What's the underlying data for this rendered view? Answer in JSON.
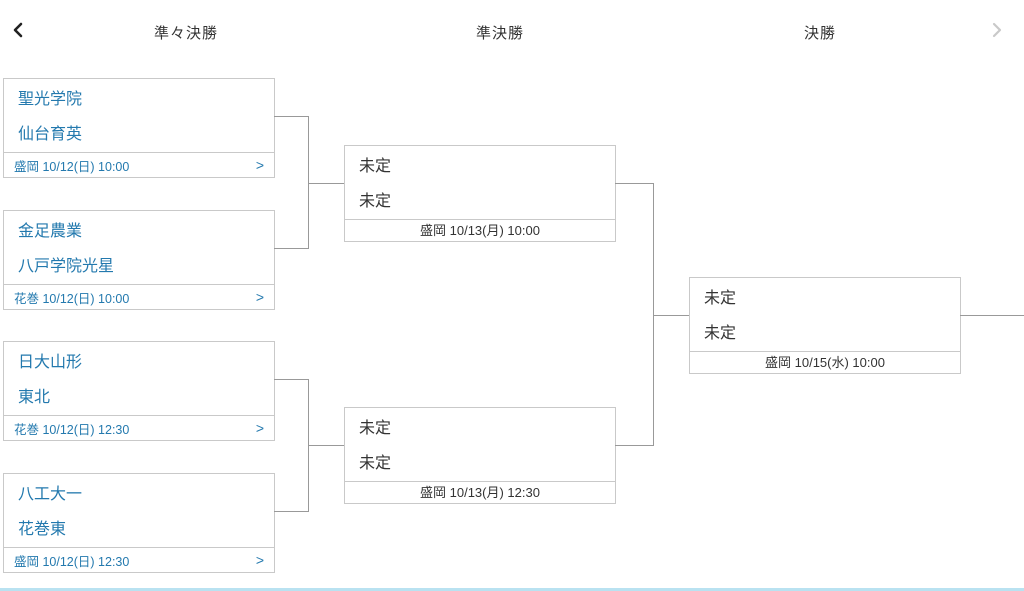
{
  "header": {
    "rounds": [
      {
        "label": "準々決勝"
      },
      {
        "label": "準決勝"
      },
      {
        "label": "決勝"
      }
    ],
    "prev_icon": "chevron-left",
    "next_icon": "chevron-right"
  },
  "icons": {
    "detail": ">"
  },
  "bracket": {
    "quarterfinals": [
      {
        "team1": "聖光学院",
        "team2": "仙台育英",
        "info": "盛岡 10/12(日) 10:00"
      },
      {
        "team1": "金足農業",
        "team2": "八戸学院光星",
        "info": "花巻 10/12(日) 10:00"
      },
      {
        "team1": "日大山形",
        "team2": "東北",
        "info": "花巻 10/12(日) 12:30"
      },
      {
        "team1": "八工大一",
        "team2": "花巻東",
        "info": "盛岡 10/12(日) 12:30"
      }
    ],
    "semifinals": [
      {
        "team1": "未定",
        "team2": "未定",
        "info": "盛岡 10/13(月) 10:00"
      },
      {
        "team1": "未定",
        "team2": "未定",
        "info": "盛岡 10/13(月) 12:30"
      }
    ],
    "final": {
      "team1": "未定",
      "team2": "未定",
      "info": "盛岡 10/15(水) 10:00"
    }
  },
  "colors": {
    "team_link": "#2379ae",
    "box_border": "#c9c9c9",
    "connector": "#999999",
    "bottom_rule": "#b9e2f1",
    "text_dark": "#333333",
    "muted_icon": "#c9c9c9"
  }
}
